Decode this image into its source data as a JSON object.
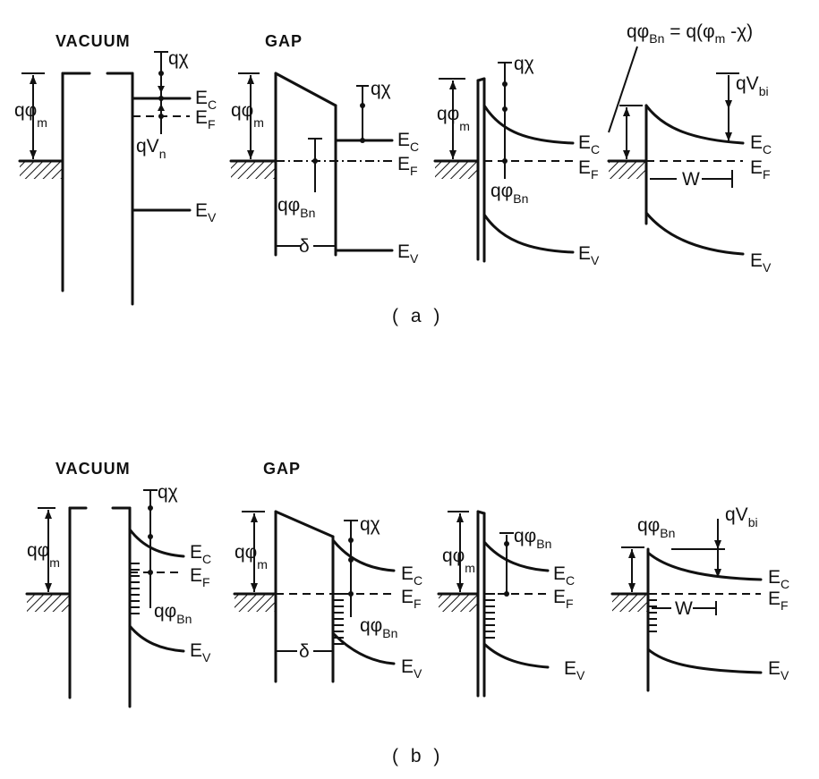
{
  "a": {
    "caption": "( a )",
    "panel1": {
      "header": "VACUUM",
      "q_phi_m": "qφ",
      "q_phi_m_sub": "m",
      "q_chi": "qχ",
      "q_v_n": "qV",
      "q_v_n_sub": "n",
      "ec": "E",
      "ec_sub": "C",
      "ef": "E",
      "ef_sub": "F",
      "ev": "E",
      "ev_sub": "V"
    },
    "panel2": {
      "header": "GAP",
      "q_phi_m": "qφ",
      "q_phi_m_sub": "m",
      "q_chi": "qχ",
      "q_phi_bn": "qφ",
      "q_phi_bn_sub": "Bn",
      "delta": "δ",
      "ec": "E",
      "ec_sub": "C",
      "ef": "E",
      "ef_sub": "F",
      "ev": "E",
      "ev_sub": "V"
    },
    "panel3": {
      "q_phi_m": "qφ",
      "q_phi_m_sub": "m",
      "q_chi": "qχ",
      "q_phi_bn": "qφ",
      "q_phi_bn_sub": "Bn",
      "ec": "E",
      "ec_sub": "C",
      "ef": "E",
      "ef_sub": "F",
      "ev": "E",
      "ev_sub": "V"
    },
    "panel4": {
      "formula_left": "qφ",
      "formula_left_sub": "Bn",
      "formula_right": " = q(φ",
      "formula_right_sub": "m",
      "formula_tail": " -χ)",
      "q_v_bi": "qV",
      "q_v_bi_sub": "bi",
      "w": "W",
      "ec": "E",
      "ec_sub": "C",
      "ef": "E",
      "ef_sub": "F",
      "ev": "E",
      "ev_sub": "V"
    }
  },
  "b": {
    "caption": "( b )",
    "panel1": {
      "header": "VACUUM",
      "q_phi_m": "qφ",
      "q_phi_m_sub": "m",
      "q_chi": "qχ",
      "q_phi_bn": "qφ",
      "q_phi_bn_sub": "Bn",
      "ec": "E",
      "ec_sub": "C",
      "ef": "E",
      "ef_sub": "F",
      "ev": "E",
      "ev_sub": "V"
    },
    "panel2": {
      "header": "GAP",
      "q_phi_m": "qφ",
      "q_phi_m_sub": "m",
      "q_chi": "qχ",
      "q_phi_bn": "qφ",
      "q_phi_bn_sub": "Bn",
      "delta": "δ",
      "ec": "E",
      "ec_sub": "C",
      "ef": "E",
      "ef_sub": "F",
      "ev": "E",
      "ev_sub": "V"
    },
    "panel3": {
      "q_phi_m": "qφ",
      "q_phi_m_sub": "m",
      "q_phi_bn": "qφ",
      "q_phi_bn_sub": "Bn",
      "ec": "E",
      "ec_sub": "C",
      "ef": "E",
      "ef_sub": "F",
      "ev": "E",
      "ev_sub": "V"
    },
    "panel4": {
      "q_phi_bn": "qφ",
      "q_phi_bn_sub": "Bn",
      "q_v_bi": "qV",
      "q_v_bi_sub": "bi",
      "w": "W",
      "ec": "E",
      "ec_sub": "C",
      "ef": "E",
      "ef_sub": "F",
      "ev": "E",
      "ev_sub": "V"
    }
  }
}
